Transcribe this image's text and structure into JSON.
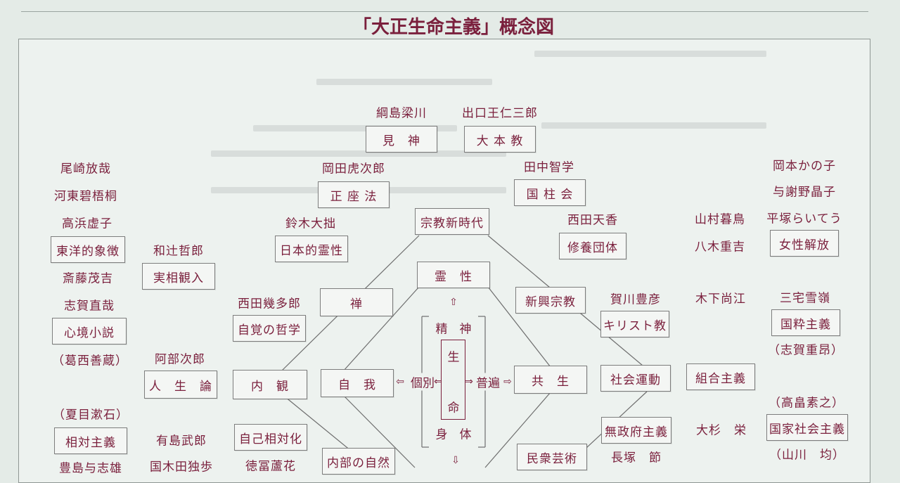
{
  "title": "「大正生命主義」概念図",
  "nodes": {
    "kenshin": "見　神",
    "omoto": "大 本 教",
    "shoza": "正 座 法",
    "kokuchu": "国 柱 会",
    "shukyo_shinjidai": "宗教新時代",
    "nihonteki_reisei": "日本的霊性",
    "shuyo_dantai": "修養団体",
    "reisei": "霊　性",
    "zen": "禅",
    "shinko_shukyo": "新興宗教",
    "christ": "キリスト教",
    "jikaku": "自覚の哲学",
    "jiga": "自　我",
    "naikan": "内　観",
    "kyosei": "共　生",
    "shakai_undo": "社会運動",
    "kumiai": "組合主義",
    "jiko_sotaika": "自己相対化",
    "naibu_shizen": "内部の自然",
    "minshu_geijutsu": "民衆芸術",
    "museifu": "無政府主義",
    "toyoteki": "東洋的象徴",
    "jisso": "実相観入",
    "shinkyo": "心境小説",
    "jinsei": "人　生　論",
    "sotai": "相対主義",
    "josei": "女性解放",
    "kokusui": "国粋主義",
    "kokka_shakai": "国家社会主義"
  },
  "center": {
    "seishin": "精　神",
    "sei": "生",
    "mei": "命",
    "shintai": "身　体",
    "kobetsu": "個別",
    "fuhen": "普遍"
  },
  "arrows": {
    "up": "⇧",
    "down": "⇩",
    "left": "⇐",
    "right": "⇒",
    "left_hollow": "⇦",
    "right_hollow": "⇨"
  },
  "people": {
    "tsunashima": "綱島梁川",
    "deguchi": "出口王仁三郎",
    "okada": "岡田虎次郎",
    "tanaka": "田中智学",
    "suzuki": "鈴木大拙",
    "nishida_tenko": "西田天香",
    "nishida_kitaro": "西田幾多郎",
    "kagawa": "賀川豊彦",
    "abe": "阿部次郎",
    "watsuji": "和辻哲郎",
    "ozaki": "尾崎放哉",
    "kawahigashi": "河東碧梧桐",
    "takahama": "高浜虚子",
    "saito": "斎藤茂吉",
    "shiga_naoya": "志賀直哉",
    "kasai": "（葛西善蔵）",
    "natsume": "（夏目漱石）",
    "arishima": "有島武郎",
    "tokutomi": "徳冨蘆花",
    "kunikida": "国木田独歩",
    "toyoshima": "豊島与志雄",
    "yamamura": "山村暮鳥",
    "yagi": "八木重吉",
    "kinoshita": "木下尚江",
    "osugi": "大杉　栄",
    "nagatsuka": "長塚　節",
    "okamoto": "岡本かの子",
    "yosano": "与謝野晶子",
    "hiratsuka": "平塚らいてう",
    "miyake": "三宅雪嶺",
    "shiga_shigetaka": "（志賀重昂）",
    "takabatake": "（高畠素之）",
    "yamakawa": "（山川　均）"
  },
  "colors": {
    "ink": "#7a1f3c",
    "paper": "#e4ebe7",
    "box_border": "#7d7d7d"
  }
}
